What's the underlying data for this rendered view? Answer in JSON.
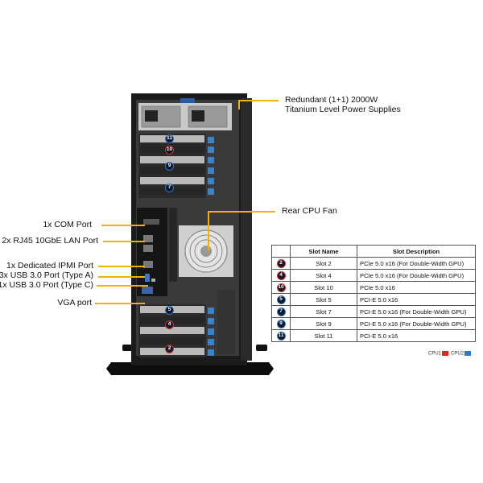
{
  "callouts": {
    "psu_line1": "Redundant (1+1) 2000W",
    "psu_line2": "Titanium Level Power Supplies",
    "rear_fan": "Rear CPU Fan",
    "com_port": "1x COM Port",
    "lan_port": "2x RJ45 10GbE LAN Port",
    "ipmi_port": "1x Dedicated IPMI Port",
    "usb_a": "3x USB 3.0 Port (Type A)",
    "usb_c": "1x USB 3.0 Port (Type C)",
    "vga": "VGA port"
  },
  "chassis_slot_badges": {
    "upper": [
      {
        "label": "11",
        "cpu": "CPU2"
      },
      {
        "label": "10",
        "cpu": "CPU1"
      },
      {
        "label": "9",
        "cpu": "CPU2"
      },
      {
        "label": "7",
        "cpu": "CPU2"
      }
    ],
    "lower": [
      {
        "label": "5",
        "cpu": "CPU2"
      },
      {
        "label": "4",
        "cpu": "CPU1"
      },
      {
        "label": "2",
        "cpu": "CPU1"
      }
    ]
  },
  "slot_table": {
    "headers": [
      "",
      "Slot Name",
      "Slot Description"
    ],
    "rows": [
      {
        "num": "2",
        "cpu": "CPU1",
        "name": "Slot 2",
        "desc": "PCIe 5.0 x16 (For Double-Width GPU)"
      },
      {
        "num": "4",
        "cpu": "CPU1",
        "name": "Slot 4",
        "desc": "PCIe 5.0 x16 (For Double-Width GPU)"
      },
      {
        "num": "10",
        "cpu": "CPU1",
        "name": "Slot 10",
        "desc": "PCIe 5.0 x16"
      },
      {
        "num": "5",
        "cpu": "CPU2",
        "name": "Slot 5",
        "desc": "PCI-E 5.0 x16"
      },
      {
        "num": "7",
        "cpu": "CPU2",
        "name": "Slot 7",
        "desc": "PCI-E 5.0 x16 (For Double-Width GPU)"
      },
      {
        "num": "9",
        "cpu": "CPU2",
        "name": "Slot 9",
        "desc": "PCI-E 5.0 x16 (For Double-Width GPU)"
      },
      {
        "num": "11",
        "cpu": "CPU2",
        "name": "Slot 11",
        "desc": "PCI-E 5.0 x16"
      }
    ]
  },
  "legend": {
    "cpu1_label": "CPU1",
    "cpu2_label": "CPU2"
  },
  "colors": {
    "cpu1": "#d92b1d",
    "cpu2": "#2f78c8",
    "callout_line": "#f0b400"
  }
}
